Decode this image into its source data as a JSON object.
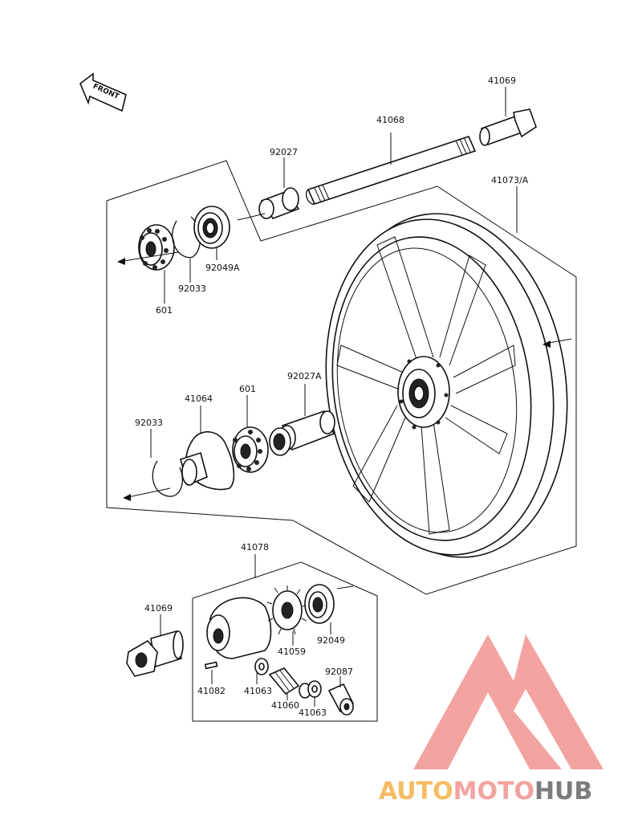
{
  "front_arrow": {
    "label": "FRONT"
  },
  "labels": {
    "p41069_top": "41069",
    "p41068": "41068",
    "p92027": "92027",
    "p41073A": "41073/A",
    "p92049A": "92049A",
    "p92033_top": "92033",
    "p601_top": "601",
    "p92027A": "92027A",
    "p601_mid": "601",
    "p41064": "41064",
    "p92033_mid": "92033",
    "p41078": "41078",
    "p41069_bottom": "41069",
    "p41059": "41059",
    "p92049": "92049",
    "p92087": "92087",
    "p41082": "41082",
    "p41063_left": "41063",
    "p41060": "41060",
    "p41063_right": "41063"
  },
  "watermark": {
    "part1": "AUTO",
    "part2": "MOTO",
    "part3": "HUB"
  },
  "colors": {
    "watermark_orange": "#f5b14a",
    "watermark_pink": "#f2938f",
    "watermark_gray": "#666666"
  }
}
